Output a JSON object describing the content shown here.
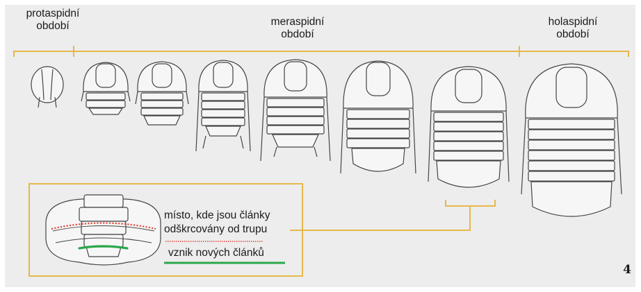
{
  "periods": [
    {
      "line1": "protaspidní",
      "line2": "období"
    },
    {
      "line1": "meraspidní",
      "line2": "období"
    },
    {
      "line1": "holaspidní",
      "line2": "období"
    }
  ],
  "legend": {
    "line_red_1": "místo, kde jsou články",
    "line_red_2": "odškrcovány od trupu",
    "line_green": "vznik nových článků"
  },
  "figure_number": "4",
  "colors": {
    "bracket": "#e6b84a",
    "background": "#ededed",
    "outline": "#444444",
    "fill": "#f6f6f6",
    "red_dotted": "#e0463c",
    "green": "#2aa84a"
  }
}
